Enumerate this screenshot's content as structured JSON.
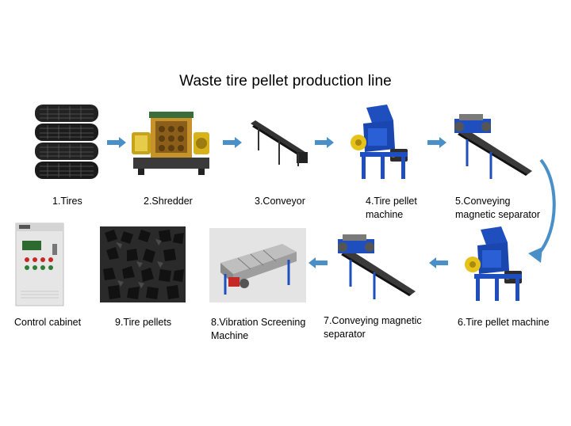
{
  "title": "Waste tire pellet production line",
  "colors": {
    "arrow": "#4a90c8",
    "machine_blue": "#1f4fbf",
    "machine_yellow": "#e7c21a",
    "cabinet": "#e6e6e6",
    "pellet": "#1b1b1b"
  },
  "steps": [
    {
      "label": "1.Tires",
      "icon": "tires-stack-icon"
    },
    {
      "label": "2.Shredder",
      "icon": "shredder-icon"
    },
    {
      "label": "3.Conveyor",
      "icon": "conveyor-icon"
    },
    {
      "label": "4.Tire pellet\nmachine",
      "icon": "pellet-machine-icon"
    },
    {
      "label": "5.Conveying\nmagnetic separator",
      "icon": "magnetic-separator-icon"
    },
    {
      "label": "6.Tire pellet machine",
      "icon": "pellet-machine-icon"
    },
    {
      "label": "7.Conveying magnetic\nseparator",
      "icon": "magnetic-separator-icon"
    },
    {
      "label": "8.Vibration Screening\nMachine",
      "icon": "vibration-screen-icon"
    },
    {
      "label": "9.Tire pellets",
      "icon": "tire-pellets-icon"
    },
    {
      "label": "Control cabinet",
      "icon": "control-cabinet-icon"
    }
  ]
}
